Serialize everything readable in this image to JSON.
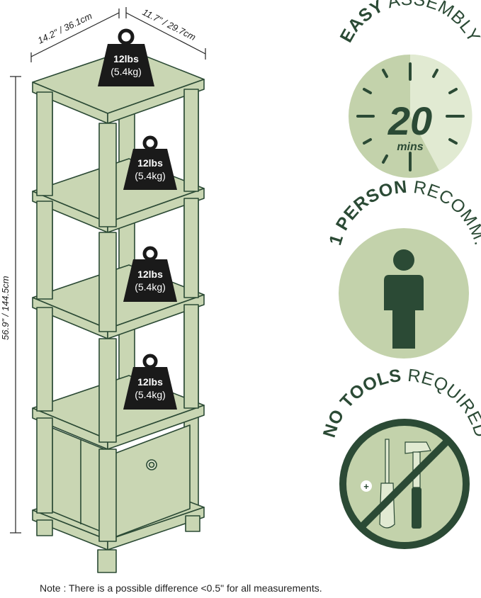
{
  "dimensions": {
    "width": "14.2\" / 36.1cm",
    "depth": "11.7\" / 29.7cm",
    "height": "56.9\" / 144.5cm"
  },
  "weights": [
    {
      "lbs": "12lbs",
      "kg": "(5.4kg)"
    },
    {
      "lbs": "12lbs",
      "kg": "(5.4kg)"
    },
    {
      "lbs": "12lbs",
      "kg": "(5.4kg)"
    },
    {
      "lbs": "12lbs",
      "kg": "(5.4kg)"
    }
  ],
  "assembly": {
    "bold": "EASY",
    "light": "ASSEMBLY",
    "minutes": "20",
    "unit": "mins"
  },
  "person": {
    "bold": "1 PERSON",
    "light": "RECOMM."
  },
  "tools": {
    "bold": "NO TOOLS",
    "light": "REQUIRED"
  },
  "note": "Note : There is a possible difference <0.5\" for all measurements.",
  "colors": {
    "shelf": "#c9d6b3",
    "outline": "#2b4a35",
    "dark_green": "#2b4a35",
    "badge_bg": "#c3d2ab",
    "badge_light": "#e1ead2",
    "badge_mid": "#aec196",
    "weight_fill": "#1a1a1a"
  }
}
